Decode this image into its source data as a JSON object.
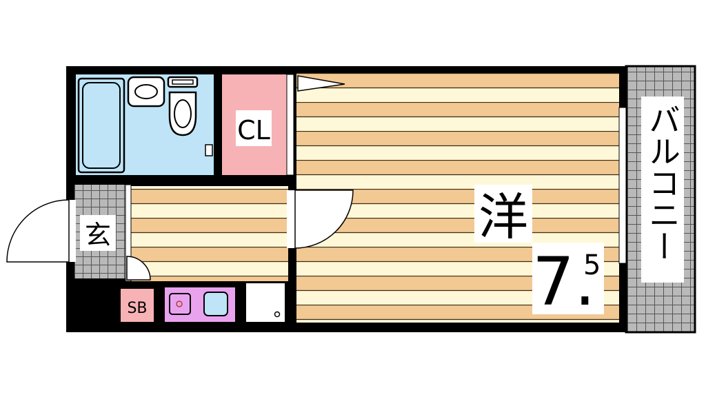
{
  "rooms": {
    "western_room": {
      "label": "洋",
      "size_main": "7.",
      "size_sub": "5"
    },
    "closet": {
      "label": "CL"
    },
    "entrance": {
      "label": "玄"
    },
    "shoe_box": {
      "label": "SB"
    },
    "balcony": {
      "label": "バルコニー"
    }
  },
  "colors": {
    "wall": "#000000",
    "floor_stripe_dark": "#f2c893",
    "floor_stripe_light": "#fff8d8",
    "bath": "#bfe4f7",
    "closet": "#f7b2b6",
    "shoe_box": "#f7b2b6",
    "kitchen": "#e9a3ee",
    "tile": "#b9b9b9",
    "grid_line": "#555555"
  }
}
